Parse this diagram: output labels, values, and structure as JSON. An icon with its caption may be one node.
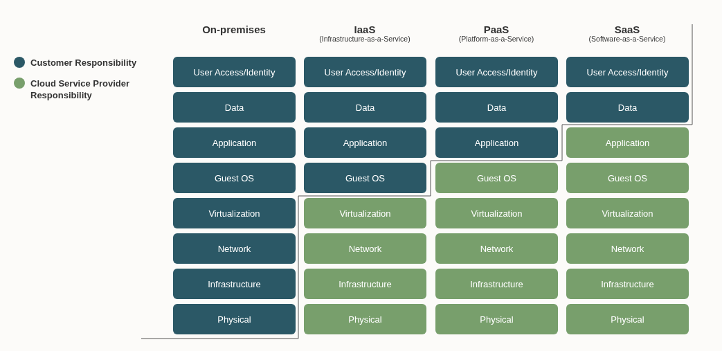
{
  "diagram": {
    "nodes": [
      {
        "text": [
          "User Access/Identity"
        ]
      },
      {
        "text": [
          "User Access/Identity"
        ]
      },
      {
        "text": [
          "User Access/Identity"
        ]
      },
      {
        "text": [
          "User Access/Identity"
        ]
      },
      {
        "text": [
          "Data"
        ]
      },
      {
        "text": [
          "Data"
        ]
      },
      {
        "text": [
          "Data"
        ]
      },
      {
        "text": [
          "Data"
        ]
      },
      {
        "text": [
          "Application"
        ]
      },
      {
        "text": [
          "Application"
        ]
      },
      {
        "text": [
          "Application"
        ]
      },
      {
        "text": [
          "Application"
        ]
      },
      {
        "text": [
          "Guest OS"
        ]
      },
      {
        "text": [
          "Guest OS"
        ]
      },
      {
        "text": [
          "Guest OS"
        ]
      },
      {
        "text": [
          "Guest OS"
        ]
      },
      {
        "text": [
          "Virtualization"
        ]
      },
      {
        "text": [
          "Virtualization"
        ]
      },
      {
        "text": [
          "Virtualization"
        ]
      },
      {
        "text": [
          "Virtualization"
        ]
      },
      {
        "text": [
          "Network"
        ]
      },
      {
        "text": [
          "Network"
        ]
      },
      {
        "text": [
          "Network"
        ]
      },
      {
        "text": [
          "Network"
        ]
      },
      {
        "text": [
          "Infrastructure"
        ]
      },
      {
        "text": [
          "Infrastructure"
        ]
      },
      {
        "text": [
          "Infrastructure"
        ]
      },
      {
        "text": [
          "Infrastructure"
        ]
      },
      {
        "text": [
          "Physical"
        ]
      },
      {
        "text": [
          "Physical"
        ]
      },
      {
        "text": [
          "Physical"
        ]
      },
      {
        "text": [
          "Physical"
        ]
      }
    ],
    "labels": [
      "On-premises",
      "IaaS",
      "(Infrastructure-as-a-Service)",
      "PaaS",
      "(Platform-as-a-Service)",
      "SaaS",
      "(Software-as-a-Service)"
    ],
    "legend": [
      {
        "text": "Customer Responsibility",
        "color": "#2b5866"
      },
      {
        "text": "Cloud Service Provider Responsibility",
        "color": "#789f6c"
      }
    ]
  }
}
